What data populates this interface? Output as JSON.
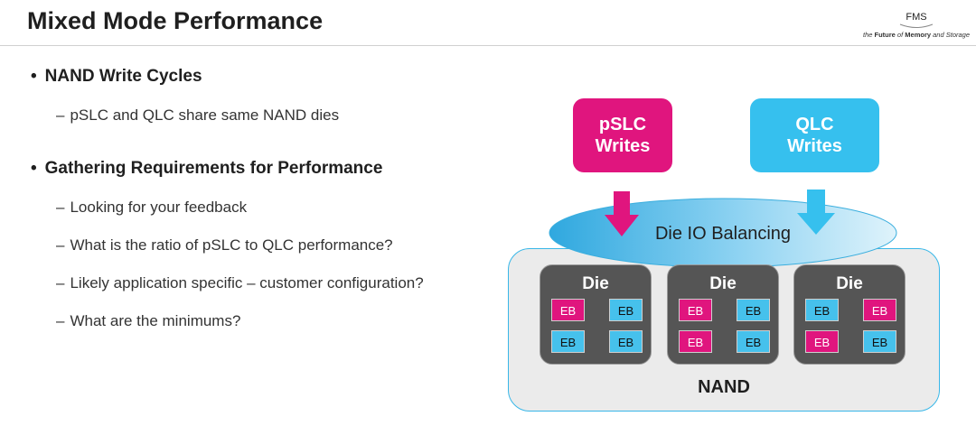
{
  "slide": {
    "title": "Mixed Mode Performance"
  },
  "logo": {
    "mark": "FMS",
    "tagline_pre": "the ",
    "tagline_bold": "Future",
    "tagline_mid": " of ",
    "tagline_bold2": "Memory",
    "tagline_end": " and Storage"
  },
  "bullets": [
    {
      "text": "NAND Write Cycles",
      "subs": [
        "pSLC and QLC share same NAND dies"
      ]
    },
    {
      "text": "Gathering Requirements for Performance",
      "subs": [
        "Looking for your feedback",
        "What is the ratio of pSLC to QLC performance?",
        "Likely application specific – customer configuration?",
        "What are the minimums?"
      ]
    }
  ],
  "diagram": {
    "pslc_line1": "pSLC",
    "pslc_line2": "Writes",
    "qlc_line1": "QLC",
    "qlc_line2": "Writes",
    "balancing": "Die IO Balancing",
    "nand": "NAND",
    "die_label": "Die",
    "eb_label": "EB",
    "dies": [
      [
        "pslc",
        "qlc",
        "qlc",
        "qlc"
      ],
      [
        "pslc",
        "qlc",
        "pslc",
        "qlc"
      ],
      [
        "qlc",
        "pslc",
        "pslc",
        "qlc"
      ]
    ],
    "colors": {
      "pslc": "#e0157e",
      "qlc": "#36c0ee",
      "die": "#555555"
    }
  }
}
